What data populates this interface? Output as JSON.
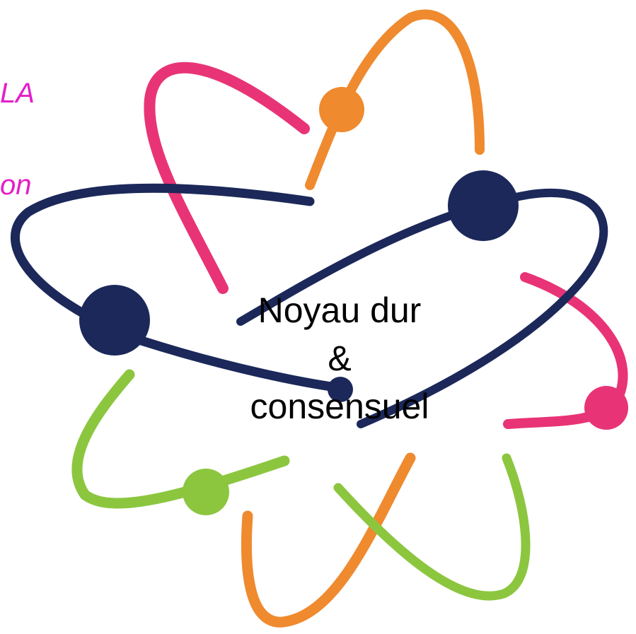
{
  "side_text": [
    {
      "text": "LA"
    },
    {
      "text": "on"
    }
  ],
  "caption": {
    "line1": "Noyau dur",
    "line2": "&",
    "line3": "consensuel"
  },
  "colors": {
    "navy": "#1b2859",
    "orange": "#ef8a2f",
    "pink": "#e83476",
    "green": "#8cc63f",
    "side_text": "#e31ec9"
  },
  "icons": [
    "atom-logo"
  ]
}
